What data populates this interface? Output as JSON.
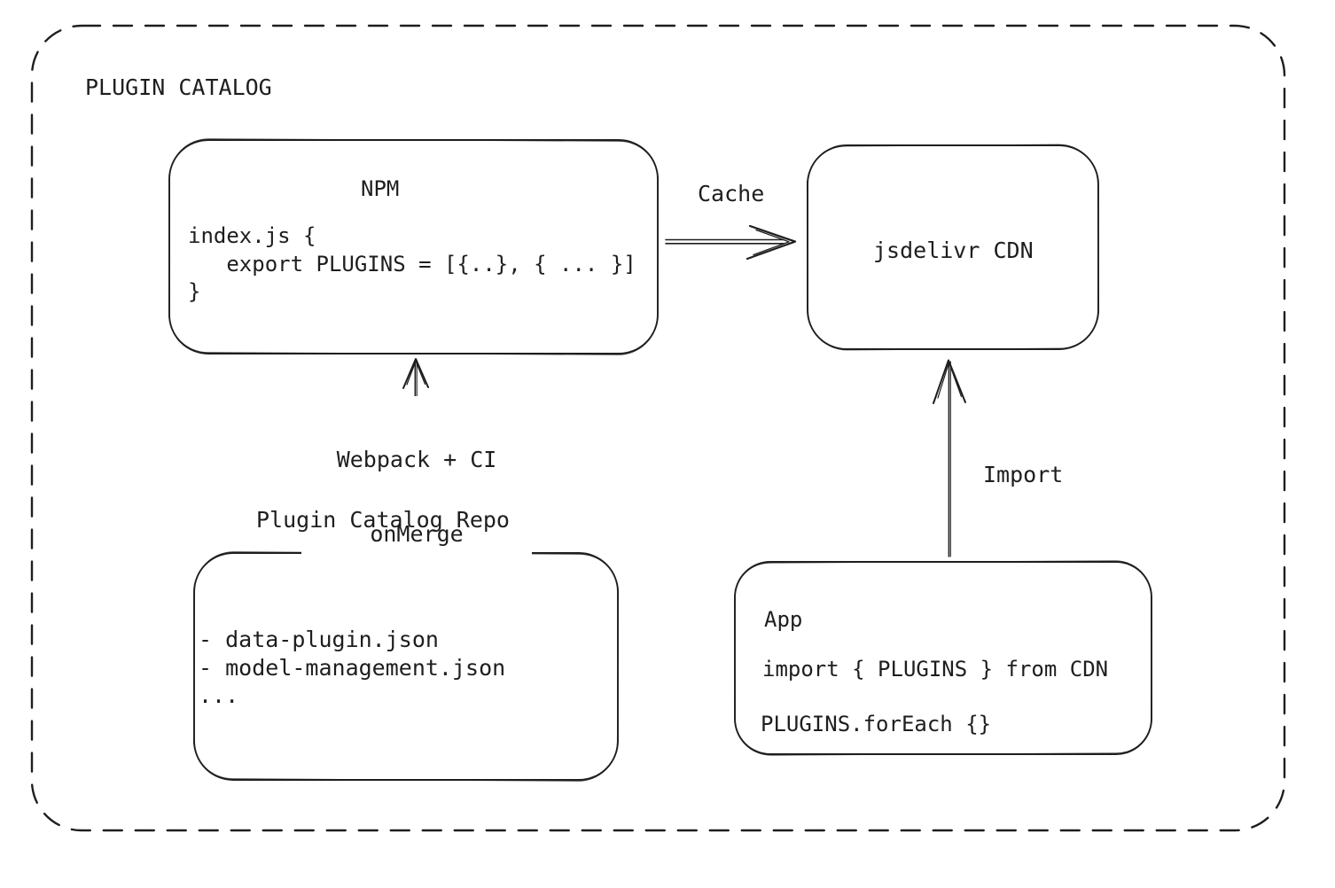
{
  "diagram": {
    "title": "PLUGIN CATALOG",
    "colors": {
      "stroke": "#1e1e1e",
      "background": "#ffffff"
    },
    "nodes": {
      "npm": {
        "title": "NPM",
        "code": [
          "index.js {",
          "   export PLUGINS = [{..}, { ... }]",
          "}"
        ]
      },
      "cdn": {
        "label": "jsdelivr CDN"
      },
      "repo": {
        "title": "Plugin Catalog Repo",
        "files": [
          "- data-plugin.json",
          "- model-management.json",
          "..."
        ]
      },
      "app": {
        "title": "App",
        "code": [
          "import { PLUGINS } from CDN",
          "PLUGINS.forEach {}"
        ]
      }
    },
    "edges": {
      "cache": {
        "label": "Cache",
        "from": "npm",
        "to": "cdn"
      },
      "build": {
        "label_line1": "Webpack + CI",
        "label_line2": "onMerge",
        "from": "repo",
        "to": "npm"
      },
      "import": {
        "label": "Import",
        "from": "app",
        "to": "cdn"
      }
    }
  }
}
